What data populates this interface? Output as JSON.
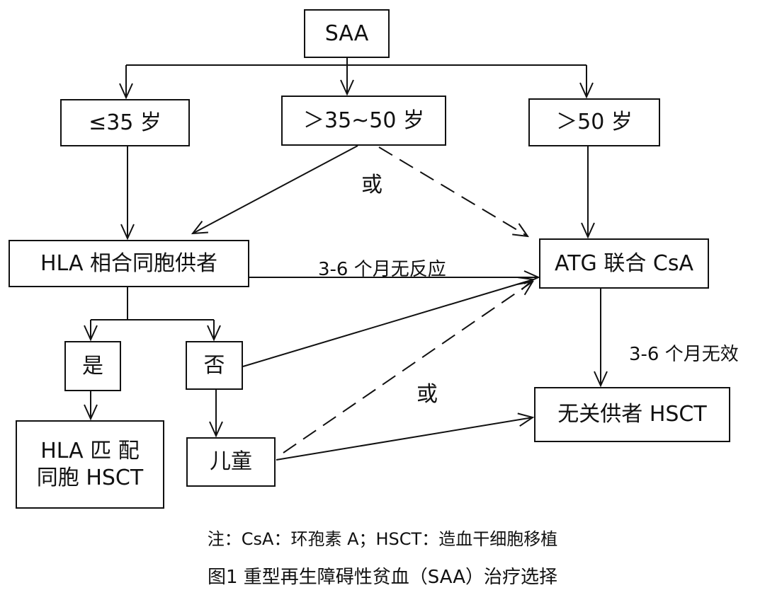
{
  "nodes": {
    "saa": "SAA",
    "age_le35": "≤35 岁",
    "age_35_50": "＞35~50 岁",
    "age_gt50": "＞50 岁",
    "hla_sibling_donor": "HLA 相合同胞供者",
    "atg_csa": "ATG 联合 CsA",
    "yes": "是",
    "no": "否",
    "hla_match_line1": "HLA 匹 配",
    "hla_match_line2": "同胞 HSCT",
    "children": "儿童",
    "unrelated_hsct": "无关供者 HSCT"
  },
  "edge_labels": {
    "or_top": "或",
    "or_bottom": "或",
    "no_response": "3-6 个月无反应",
    "ineffective": "3-6 个月无效"
  },
  "note": "注：CsA：环孢素 A；HSCT：造血干细胞移植",
  "caption": "图1  重型再生障碍性贫血（SAA）治疗选择"
}
